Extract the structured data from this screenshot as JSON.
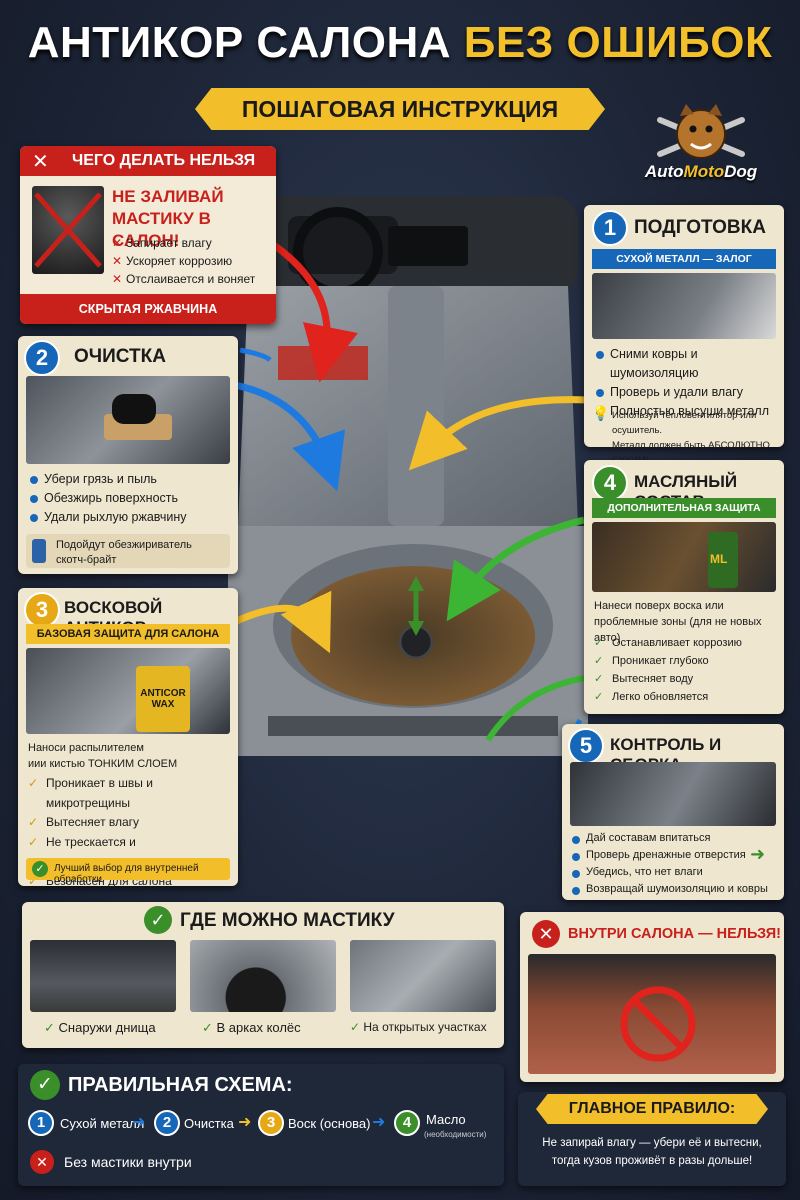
{
  "header": {
    "title_white": "АНТИКОР САЛОНА",
    "title_yellow": "БЕЗ ОШИБОК",
    "subtitle": "ПОШАГОВАЯ ИНСТРУКЦИЯ"
  },
  "logo": {
    "text_auto": "Auto",
    "text_moto": "Moto",
    "text_dog": "Dog",
    "icon": "dog-wrench-icon"
  },
  "dont": {
    "title": "ЧЕГО ДЕЛАТЬ НЕЛЬЗЯ",
    "headline_1": "НЕ ЗАЛИВАЙ",
    "headline_2": "МАСТИКУ В САЛОН!",
    "items": [
      "Запирает влагу",
      "Ускоряет коррозию",
      "Отслаивается и воняет"
    ],
    "footer": "СКРЫТАЯ РЖАВЧИНА ГАРАНТИРОВАНА!"
  },
  "step1": {
    "num": "1",
    "title": "ПОДГОТОВКА",
    "bar": "СУХОЙ МЕТАЛЛ — ЗАЛОГ УСПЕХА!",
    "items": [
      "Сними ковры и шумоизоляцию",
      "Проверь и удали влагу",
      "Полностью высуши металл"
    ],
    "tip_1": "Используй тепловентилятор или осушитель.",
    "tip_2": "Металл должен быть АБСОЛЮТНО СУХИМ!"
  },
  "step2": {
    "num": "2",
    "title": "ОЧИСТКА",
    "items": [
      "Убери грязь и пыль",
      "Обезжирь поверхность",
      "Удали рыхлую ржавчину"
    ],
    "tip_1": "Подойдут обезжириватель",
    "tip_2": "скотч-брайт"
  },
  "step3": {
    "num": "3",
    "title": "ВОСКОВОЙ АНТИКОР",
    "bar": "БАЗОВАЯ ЗАЩИТА ДЛЯ САЛОНА",
    "desc_1": "Наноси распылителем",
    "desc_2": "иии кистью ТОНКИМ СЛОЕМ",
    "items": [
      "Проникает в швы и микротрещины",
      "Вытесняет влагу",
      "Не трескается и самозатягивается",
      "Безопасен для салона"
    ],
    "footer": "Лучший выбор для внутренней обработки",
    "can_label": "ANTICOR WAX"
  },
  "step4": {
    "num": "4",
    "title": "МАСЛЯНЫЙ СОСТАВ",
    "bar": "ДОПОЛНИТЕЛЬНАЯ ЗАЩИТА",
    "desc_1": "Нанеси поверх воска или",
    "desc_2": "проблемные зоны (для не новых авто)",
    "items": [
      "Останавливает коррозию",
      "Проникает глубоко",
      "Вытесняет воду",
      "Легко обновляется"
    ],
    "can_label": "ML"
  },
  "step5": {
    "num": "5",
    "title": "КОНТРОЛЬ И СБОРКА",
    "items": [
      "Дай составам впитаться",
      "Проверь дренажные отверстия",
      "Убедись, что нет влаги",
      "Возвращай шумоизоляцию и ковры"
    ]
  },
  "where": {
    "title": "ГДЕ МОЖНО МАСТИКУ",
    "items": [
      "Снаружи днища",
      "В арках колёс",
      "На открытых участках"
    ]
  },
  "inside": {
    "title": "ВНУТРИ САЛОНА — НЕЛЬЗЯ!"
  },
  "scheme": {
    "title": "ПРАВИЛЬНАЯ СХЕМА:",
    "steps": [
      {
        "num": "1",
        "label": "Сухой металл"
      },
      {
        "num": "2",
        "label": "Очистка"
      },
      {
        "num": "3",
        "label": "Воск (основа)"
      },
      {
        "num": "4",
        "label": "Масло",
        "note": "(необходимости)"
      }
    ],
    "no_mastic": "Без мастики внутри"
  },
  "rule": {
    "title": "ГЛАВНОЕ ПРАВИЛО:",
    "line_1": "Не запирай влагу — убери её и вытесни,",
    "line_2": "тогда кузов проживёт в разы дольше!"
  },
  "colors": {
    "yellow": "#f2bf2b",
    "red": "#c8211c",
    "blue": "#1767b8",
    "green": "#3a8f2a",
    "card": "#efe6cf"
  }
}
